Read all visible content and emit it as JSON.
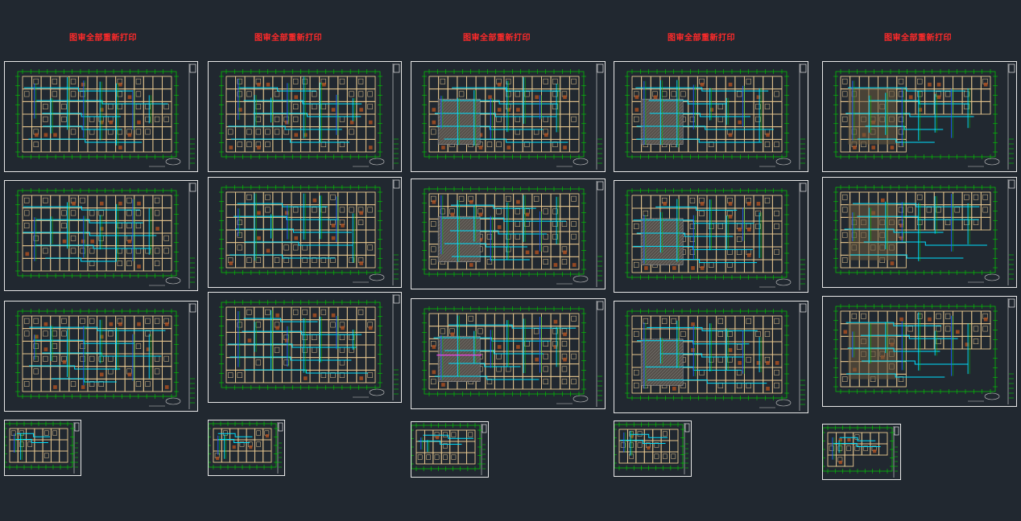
{
  "canvas": {
    "background": "#212830"
  },
  "column_titles": [
    "图审全部重新打印",
    "图审全部重新打印",
    "图审全部重新打印",
    "图审全部重新打印",
    "图审全部重新打印"
  ],
  "colors": {
    "title_red": "#ff2a2a",
    "sheet_border": "#e8e8e8",
    "grid_green": "#00d000",
    "wall_tan": "#e8c890",
    "pipe_cyan": "#00e0ff",
    "pipe_blue": "#2060ff",
    "accent_magenta": "#ff40ff",
    "furniture_brown": "#b05020",
    "hatch_gray": "#9a9a9a"
  },
  "columns": [
    {
      "sheets": 4,
      "variant": "plan-wrap"
    },
    {
      "sheets": 4,
      "variant": "plan-mid"
    },
    {
      "sheets": 4,
      "variant": "plan-hatch"
    },
    {
      "sheets": 4,
      "variant": "plan-hatch-right"
    },
    {
      "sheets": 4,
      "variant": "plan-L"
    }
  ]
}
